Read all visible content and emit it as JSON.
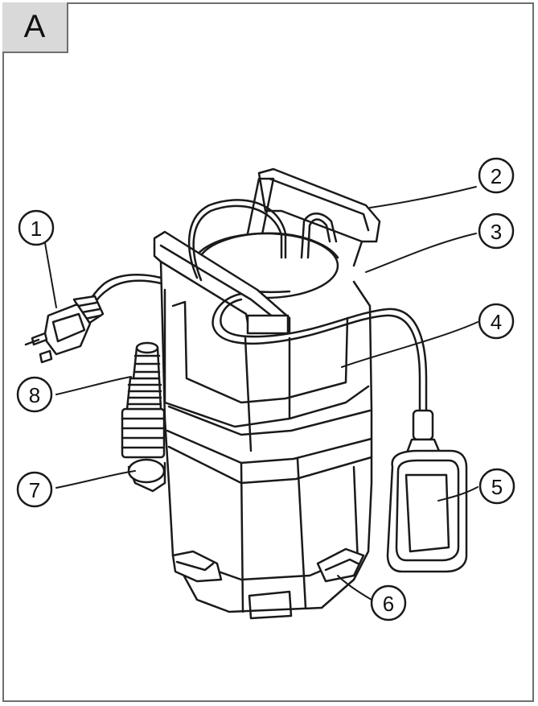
{
  "panel": {
    "label": "A"
  },
  "callouts": [
    {
      "number": "1",
      "part": "plug"
    },
    {
      "number": "2",
      "part": "carry-handle"
    },
    {
      "number": "3",
      "part": "cable-holder"
    },
    {
      "number": "4",
      "part": "pump-housing"
    },
    {
      "number": "5",
      "part": "float-switch"
    },
    {
      "number": "6",
      "part": "base-intake"
    },
    {
      "number": "7",
      "part": "outlet-port"
    },
    {
      "number": "8",
      "part": "hose-adapter"
    }
  ],
  "colors": {
    "line": "#1a1a1a",
    "frame": "#6e6e6e",
    "tab": "#d9d9d9",
    "fill": "#ffffff"
  }
}
